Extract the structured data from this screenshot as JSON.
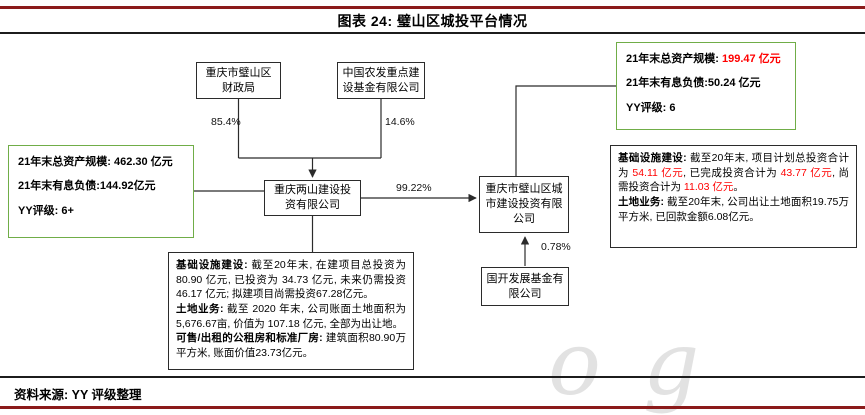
{
  "title": "图表 24: 璧山区城投平台情况",
  "source": "资料来源: YY 评级整理",
  "watermark": "og",
  "colors": {
    "accent_red": "#8B1A1A",
    "green_border": "#70AD47",
    "number_red": "#FF0000"
  },
  "org": {
    "finance_bureau": "重庆市璧山区财政局",
    "agri_fund": "中国农发重点建设基金有限公司",
    "liangshan": "重庆两山建设投资有限公司",
    "bishan": "重庆市璧山区城市建设投资有限公司",
    "cdb_fund": "国开发展基金有限公司"
  },
  "ownership": {
    "finance_to_liangshan": "85.4%",
    "agri_to_liangshan": "14.6%",
    "liangshan_to_bishan": "99.22%",
    "cdb_to_bishan": "0.78%"
  },
  "liangshan_stats": {
    "lines": [
      [
        {
          "t": "21年末总资产规模: ",
          "b": true
        },
        {
          "t": "462.30 亿元",
          "b": true
        }
      ],
      [
        {
          "t": "21年末有息负债:",
          "b": true
        },
        {
          "t": "144.92亿元",
          "b": true
        }
      ],
      [
        {
          "t": "YY评级: ",
          "b": true
        },
        {
          "t": "6+",
          "b": true
        }
      ]
    ]
  },
  "bishan_stats": {
    "lines": [
      [
        {
          "t": "21年末总资产规模: ",
          "b": true
        },
        {
          "t": "199.47 亿元",
          "b": true,
          "c": "#FF0000"
        }
      ],
      [
        {
          "t": "21年末有息负债:",
          "b": true
        },
        {
          "t": "50.24 亿元",
          "b": true
        }
      ],
      [
        {
          "t": "YY评级: ",
          "b": true
        },
        {
          "t": "6",
          "b": true
        }
      ]
    ]
  },
  "liangshan_detail": {
    "lines": [
      [
        {
          "t": "基础设施建设: ",
          "b": true
        },
        {
          "t": "截至20年末, 在建项目总投资为 80.90 亿元, 已投资为 34.73 亿元, 未来仍需投资 46.17 亿元; 拟建项目尚需投资67.28亿元。"
        }
      ],
      [
        {
          "t": "土地业务: ",
          "b": true
        },
        {
          "t": "截至 2020 年末, 公司账面土地面积为 5,676.67亩, 价值为 107.18 亿元, 全部为出让地。"
        }
      ],
      [
        {
          "t": "可售/出租的公租房和标准厂房: ",
          "b": true
        },
        {
          "t": "建筑面积80.90万平方米, 账面价值23.73亿元。"
        }
      ]
    ]
  },
  "bishan_detail": {
    "lines": [
      [
        {
          "t": "基础设施建设: ",
          "b": true
        },
        {
          "t": "截至20年末, 项目计划总投资合计为 "
        },
        {
          "t": "54.11 亿元",
          "c": "#FF0000"
        },
        {
          "t": ", 已完成投资合计为 "
        },
        {
          "t": "43.77 亿元",
          "c": "#FF0000"
        },
        {
          "t": ", 尚需投资合计为 "
        },
        {
          "t": "11.03 亿元",
          "c": "#FF0000"
        },
        {
          "t": "。"
        }
      ],
      [
        {
          "t": "土地业务: ",
          "b": true
        },
        {
          "t": "截至20年末, 公司出让土地面积19.75万平方米, 已回款金额6.08亿元。"
        }
      ]
    ]
  }
}
